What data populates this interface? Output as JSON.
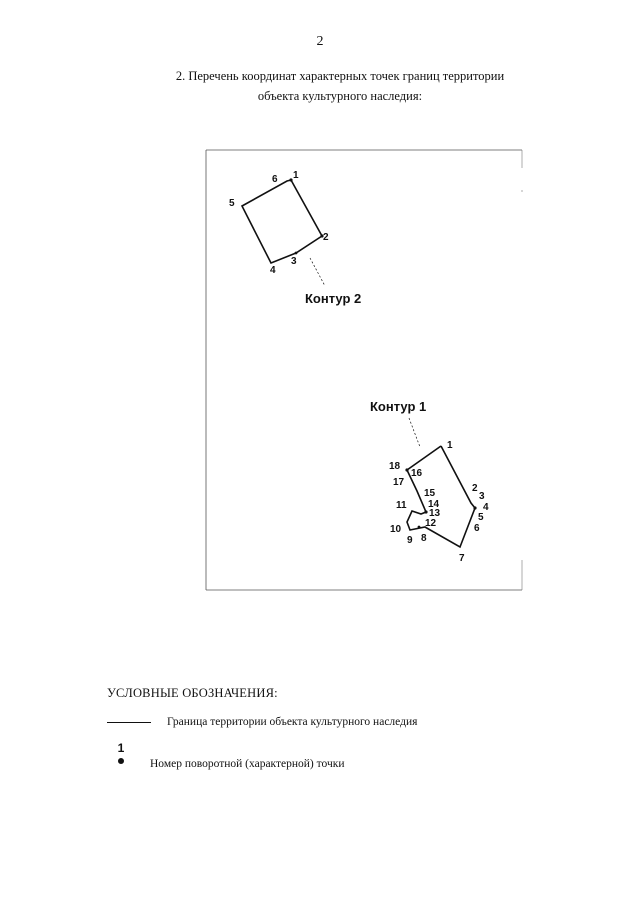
{
  "page": {
    "number": "2"
  },
  "heading": {
    "line1": "2. Перечень координат характерных точек границ территории",
    "line2": "объекта культурного наследия:"
  },
  "map": {
    "contour2": {
      "name": "Контур 2",
      "points": [
        "6",
        "1",
        "5",
        "2",
        "4",
        "3"
      ]
    },
    "contour1": {
      "name": "Контур 1",
      "points": [
        "1",
        "18",
        "16",
        "17",
        "2",
        "3",
        "4",
        "5",
        "6",
        "15",
        "14",
        "11",
        "13",
        "12",
        "10",
        "9",
        "8",
        "7"
      ]
    }
  },
  "legend": {
    "title": "УСЛОВНЫЕ ОБОЗНАЧЕНИЯ:",
    "boundary_label": "Граница территории объекта культурного наследия",
    "point_number_sample": "1",
    "point_label": "Номер поворотной (характерной) точки"
  }
}
